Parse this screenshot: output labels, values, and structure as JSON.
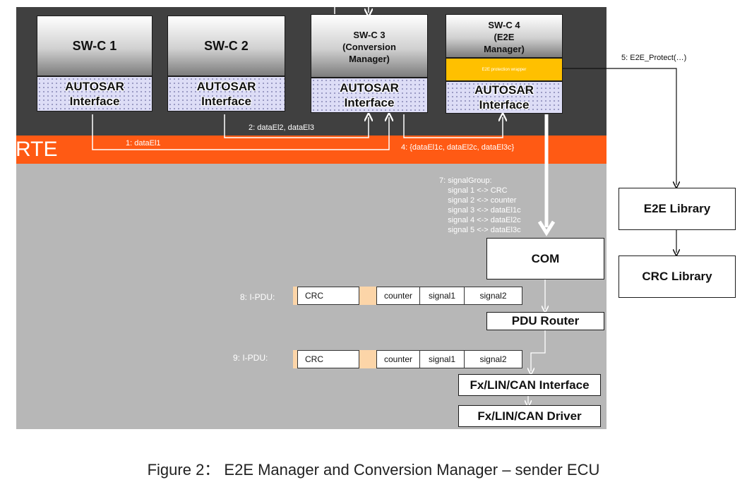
{
  "figure": {
    "caption": "Figure 2： E2E Manager and Conversion Manager – sender ECU"
  },
  "rte": {
    "label": "RTE"
  },
  "components": [
    {
      "id": "swc1",
      "title": "SW-C 1",
      "interface": "AUTOSAR\nInterface"
    },
    {
      "id": "swc2",
      "title": "SW-C 2",
      "interface": "AUTOSAR\nInterface"
    },
    {
      "id": "swc3",
      "title": "SW-C 3\n(Conversion\nManager)",
      "interface": "AUTOSAR\nInterface"
    },
    {
      "id": "swc4",
      "title": "SW-C 4\n(E2E\nManager)",
      "interface": "AUTOSAR\nInterface",
      "wrapper": "E2E protection wrapper"
    }
  ],
  "flows": {
    "f1": "1: dataEl1",
    "f2": "2: dataEl2, dataEl3",
    "f4": "4: {dataEl1c, dataEl2c, dataEl3c}",
    "f5": "5: E2E_Protect(…)",
    "f7": "7: signalGroup:\n    signal 1 <-> CRC\n    signal 2 <-> counter\n    signal 3 <-> dataEl1c\n    signal 4 <-> dataEl2c\n    signal 5 <-> dataEl3c"
  },
  "stack": {
    "com": "COM",
    "pdu_router": "PDU Router",
    "if": "Fx/LIN/CAN Interface",
    "driver": "Fx/LIN/CAN Driver",
    "e2e_lib": "E2E Library",
    "crc_lib": "CRC Library"
  },
  "ipdus": [
    {
      "label": "8: I-PDU:",
      "cells": [
        "CRC",
        "counter",
        "signal1",
        "signal2"
      ]
    },
    {
      "label": "9: I-PDU:",
      "cells": [
        "CRC",
        "counter",
        "signal1",
        "signal2"
      ]
    }
  ],
  "colors": {
    "rte": "#ff5a14",
    "upper_band": "#404040",
    "lower_area": "#b7b7b7",
    "wrapper": "#ffc000",
    "interface_fill": "#ddddf6",
    "pdu_gap": "#fcd5a8"
  }
}
